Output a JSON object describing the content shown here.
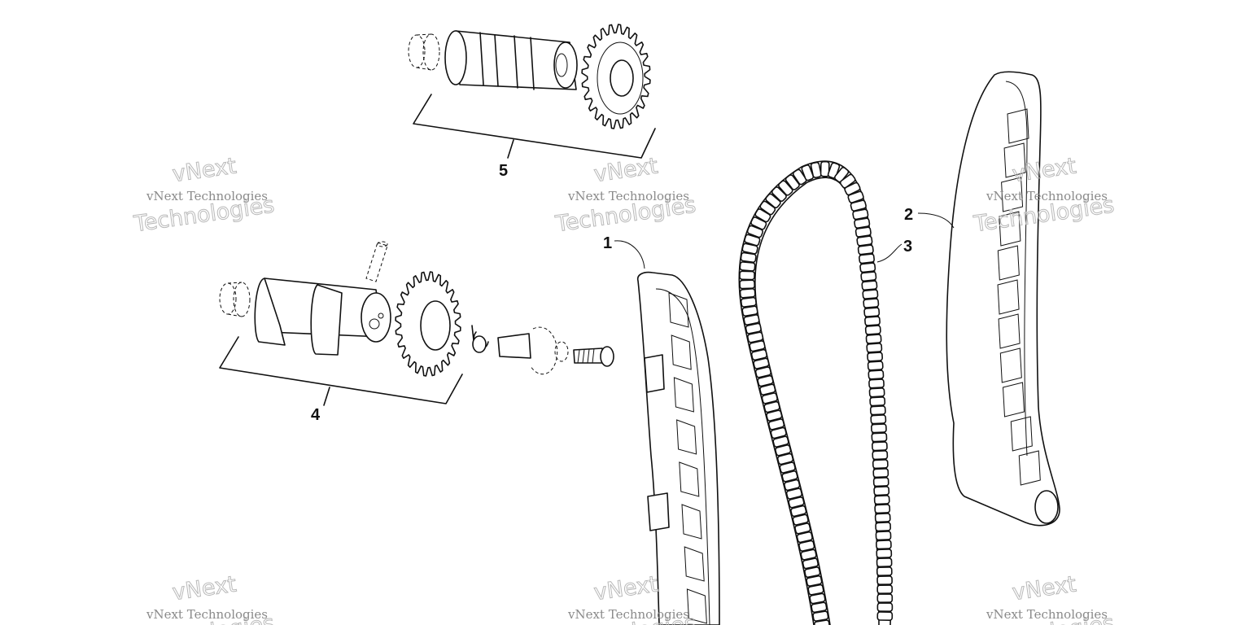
{
  "callouts": {
    "c1": "1",
    "c2": "2",
    "c3": "3",
    "c4": "4",
    "c5": "5"
  },
  "watermark": {
    "small": "vNext Technologies",
    "big_line1": "vNext",
    "big_line2": "Technologies"
  },
  "colors": {
    "ink": "#111111",
    "watermark": "#8a8a8a"
  }
}
